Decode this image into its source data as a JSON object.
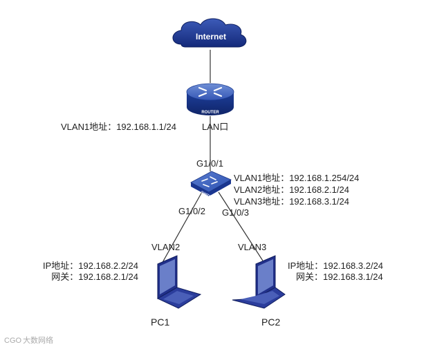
{
  "internet": {
    "label": "Internet"
  },
  "router": {
    "label": "ROUTER",
    "vlan1_addr": "VLAN1地址：192.168.1.1/24",
    "lan_port": "LAN口"
  },
  "switch": {
    "label": "SWITCH",
    "uplink_port": "G1/0/1",
    "port_pc1": "G1/0/2",
    "port_pc2": "G1/0/3",
    "vlan_addrs": [
      "VLAN1地址：192.168.1.254/24",
      "VLAN2地址：192.168.2.1/24",
      "VLAN3地址：192.168.3.1/24"
    ]
  },
  "links": {
    "vlan_pc1": "VLAN2",
    "vlan_pc2": "VLAN3"
  },
  "pc1": {
    "name": "PC1",
    "ip": "IP地址：192.168.2.2/24",
    "gateway": "网关：192.168.2.1/24"
  },
  "pc2": {
    "name": "PC2",
    "ip": "IP地址：192.168.3.2/24",
    "gateway": "网关：192.168.3.1/24"
  },
  "watermark": {
    "logo_text": "CGO",
    "text": "大数网络"
  },
  "colors": {
    "cloud": "#1f3a8a",
    "router": "#1e3f9b",
    "switch": "#2340a3",
    "laptop": "#21308a",
    "line": "#333333"
  }
}
